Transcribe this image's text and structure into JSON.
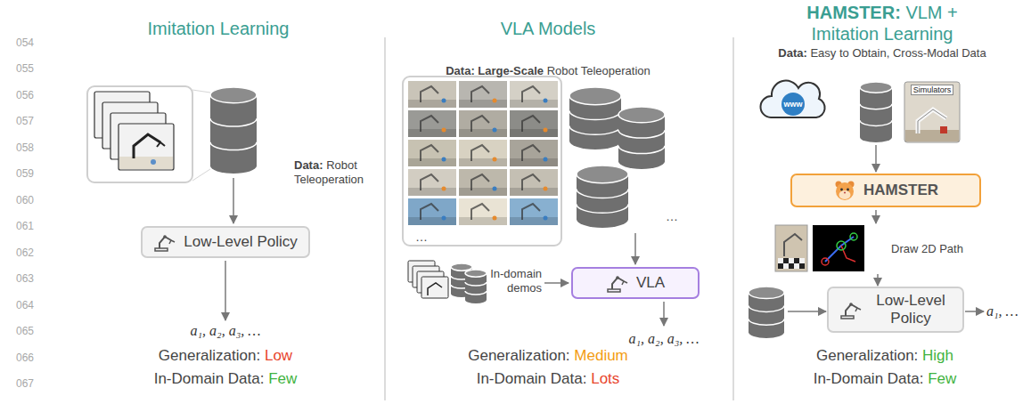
{
  "diagram": {
    "nodes": [
      {
        "text": [
          "Low-Level Policy"
        ]
      },
      {
        "text": [
          "VLA"
        ]
      },
      {
        "text": [
          "HAMSTER"
        ]
      },
      {
        "text": [
          "Low-Level Policy"
        ]
      }
    ],
    "labels": [
      "054",
      "055",
      "056",
      "057",
      "058",
      "059",
      "060",
      "061",
      "062",
      "063",
      "064",
      "065",
      "066",
      "067",
      "Imitation Learning",
      "VLA Models",
      "HAMSTER:",
      "VLM +",
      "Imitation Learning",
      "Data:",
      "Large-Scale",
      "Robot Teleoperation",
      "Data:",
      "Easy to Obtain, Cross-Modal Data",
      "www",
      "Simulators",
      "Data:",
      "Robot Teleoperation",
      "…",
      "…",
      "Draw 2D Path",
      "In-domain demos",
      "a₁, a₂, a₃, …",
      "a₁, …",
      "a₁, a₂, a₃, …",
      "Generalization:",
      "Low",
      "Generalization:",
      "Medium",
      "Generalization:",
      "High",
      "In-Domain Data:",
      "Few",
      "In-Domain Data:",
      "Lots",
      "In-Domain Data:",
      "Few"
    ]
  }
}
